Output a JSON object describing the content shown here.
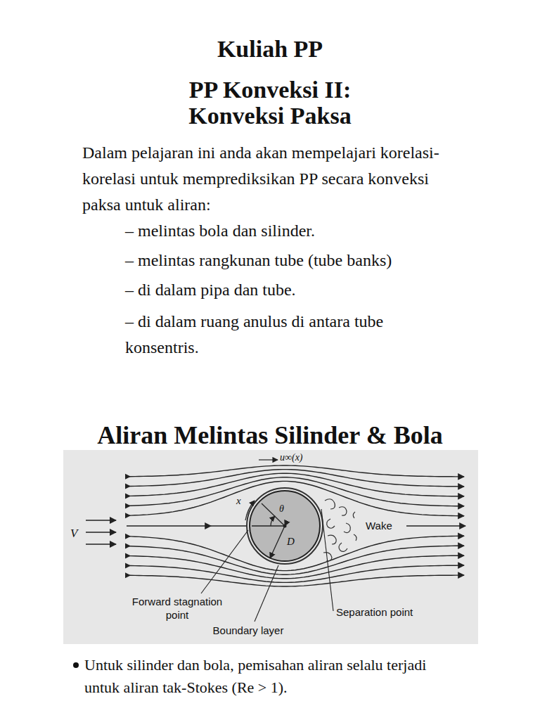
{
  "diagram": {
    "title": "Kuliah PP",
    "labels": [
      "PP Konveksi II:",
      "Konveksi Paksa",
      "Dalam pelajaran ini anda akan mempelajari korelasi-korelasi untuk memprediksikan PP secara konveksi paksa untuk aliran:",
      "– melintas bola dan silinder.",
      "– melintas rangkunan tube (tube banks)",
      "– di dalam pipa dan tube.",
      "– di dalam ruang anulus di antara tube konsentris.",
      "Aliran Melintas Silinder & Bola",
      "u∞(x)",
      "x",
      "θ",
      "D",
      "V",
      "Wake",
      "Forward stagnation point",
      "Boundary layer",
      "Separation point",
      "Untuk silinder dan bola, pemisahan aliran selalu terjadi untuk aliran tak-Stokes (Re > 1)."
    ]
  }
}
